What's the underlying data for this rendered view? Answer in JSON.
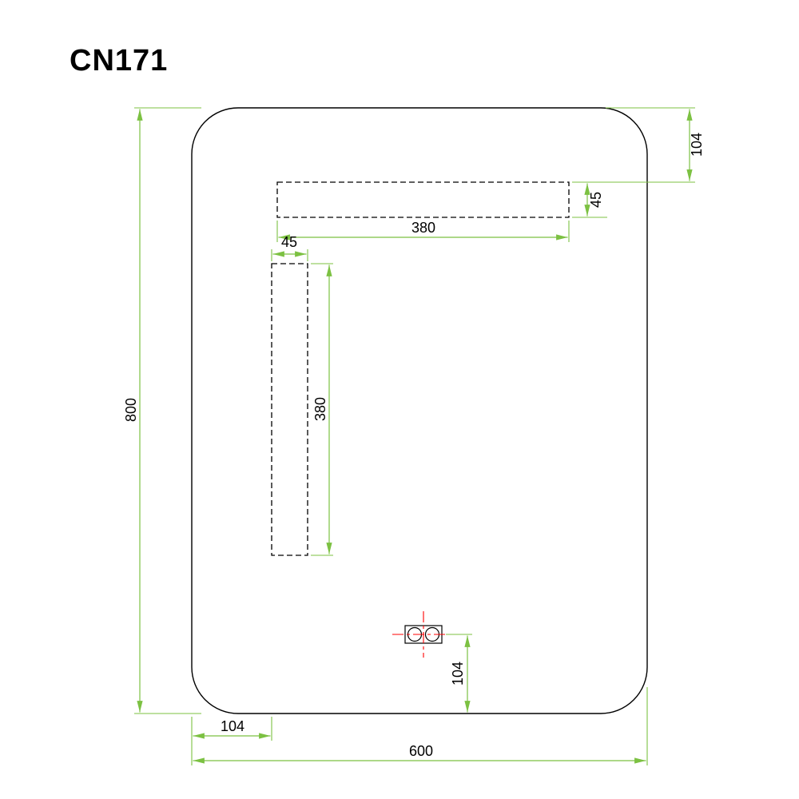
{
  "title": "CN171",
  "colors": {
    "background": "#ffffff",
    "outline": "#000000",
    "dimension": "#7cc142",
    "centerline": "#ff0000",
    "text": "#000000"
  },
  "drawing": {
    "overall": {
      "width": "600",
      "height": "800"
    },
    "top_light": {
      "length": "380",
      "width": "45",
      "offset_from_top": "104"
    },
    "side_light": {
      "length": "380",
      "width": "45",
      "offset_from_left": "104"
    },
    "sensor": {
      "offset_from_bottom": "104"
    }
  }
}
